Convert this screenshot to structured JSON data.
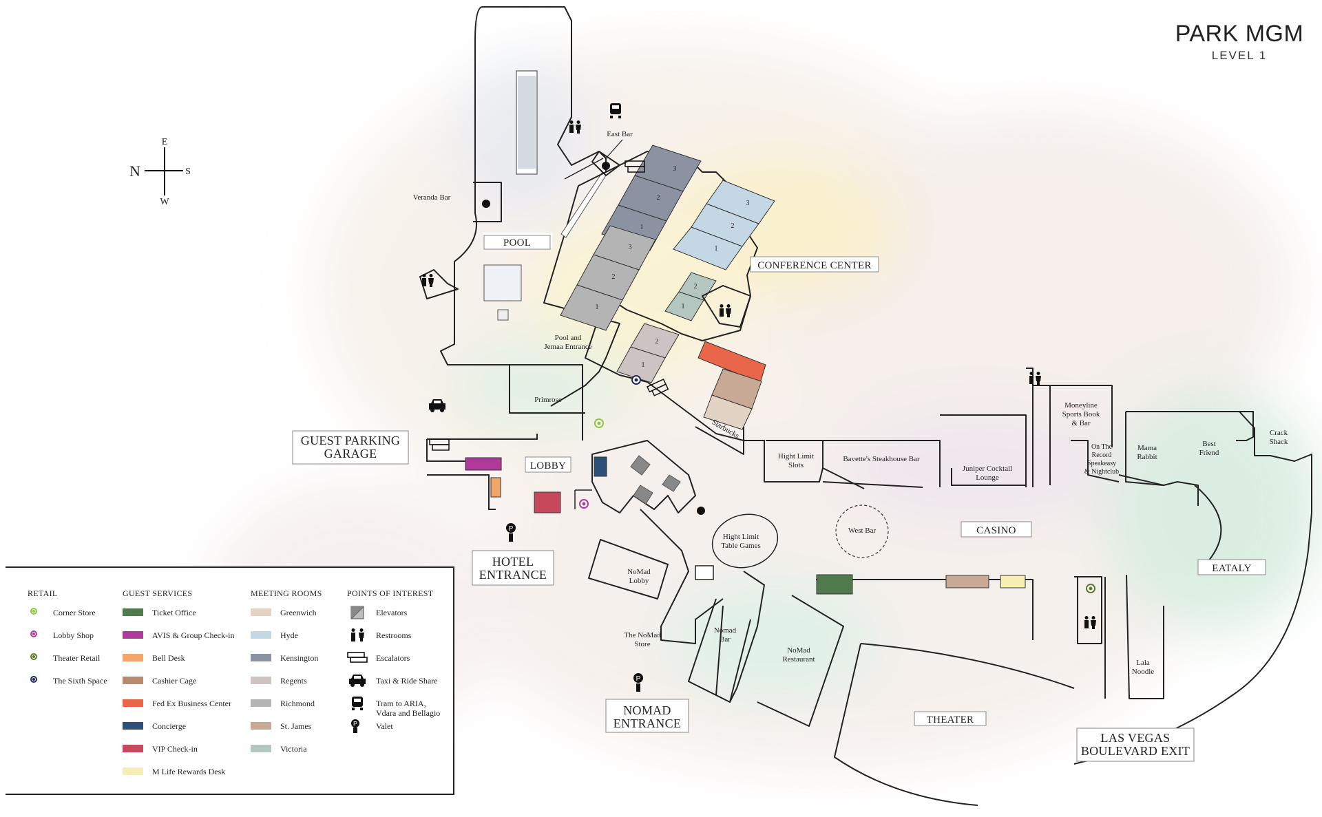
{
  "title": {
    "main": "PARK MGM",
    "sub": "LEVEL 1"
  },
  "compass": {
    "north": "N",
    "south": "S",
    "east": "E",
    "west": "W"
  },
  "map_labels": {
    "east_bar": "East Bar",
    "veranda_bar": "Veranda Bar",
    "pool": "POOL",
    "conference_center": "CONFERENCE CENTER",
    "pool_jemaa_line1": "Pool and",
    "pool_jemaa_line2": "Jemaa Entrance",
    "primrose": "Primrose",
    "guest_parking_line1": "GUEST PARKING",
    "guest_parking_line2": "GARAGE",
    "lobby": "LOBBY",
    "starbucks": "Starbucks",
    "high_limit_slots_line1": "Hight Limit",
    "high_limit_slots_line2": "Slots",
    "bavettes": "Bavette's Steakhouse Bar",
    "juniper_line1": "Juniper Cocktail",
    "juniper_line2": "Lounge",
    "moneyline_line1": "Moneyline",
    "moneyline_line2": "Sports Book",
    "moneyline_line3": "& Bar",
    "on_the_record_line1": "On The",
    "on_the_record_line2": "Record",
    "on_the_record_line3": "Speakeasy",
    "on_the_record_line4": "& Nightclub",
    "mama_rabbit_line1": "Mama",
    "mama_rabbit_line2": "Rabbit",
    "best_friend_line1": "Best",
    "best_friend_line2": "Friend",
    "crack_shack_line1": "Crack",
    "crack_shack_line2": "Shack",
    "hotel_entrance_line1": "HOTEL",
    "hotel_entrance_line2": "ENTRANCE",
    "high_limit_table_line1": "Hight Limit",
    "high_limit_table_line2": "Table Games",
    "west_bar": "West Bar",
    "casino": "CASINO",
    "eataly": "EATALY",
    "nomad_lobby_line1": "NoMad",
    "nomad_lobby_line2": "Lobby",
    "nomad_store_line1": "The NoMad",
    "nomad_store_line2": "Store",
    "nomad_bar_line1": "Nomad",
    "nomad_bar_line2": "Bar",
    "nomad_restaurant_line1": "NoMad",
    "nomad_restaurant_line2": "Restaurant",
    "nomad_entrance_line1": "NOMAD",
    "nomad_entrance_line2": "ENTRANCE",
    "theater": "THEATER",
    "lala_noodle_line1": "Lala",
    "lala_noodle_line2": "Noodle",
    "lv_blvd_line1": "LAS VEGAS",
    "lv_blvd_line2": "BOULEVARD EXIT"
  },
  "legend": {
    "retail": {
      "heading": "RETAIL",
      "items": [
        {
          "label": "Corner Store",
          "color": "#8cc63f"
        },
        {
          "label": "Lobby Shop",
          "color": "#b03a9c"
        },
        {
          "label": "Theater Retail",
          "color": "#5a7a2a"
        },
        {
          "label": "The Sixth Space",
          "color": "#1f2a5a"
        }
      ]
    },
    "guest_services": {
      "heading": "GUEST SERVICES",
      "items": [
        {
          "label": "Ticket Office",
          "color": "#4f7a4b"
        },
        {
          "label": "AVIS & Group Check-in",
          "color": "#b03a9c"
        },
        {
          "label": "Bell Desk",
          "color": "#f2a66a"
        },
        {
          "label": "Cashier Cage",
          "color": "#b98a6a"
        },
        {
          "label": "Fed Ex Business Center",
          "color": "#e9664a"
        },
        {
          "label": "Concierge",
          "color": "#2e4f7a"
        },
        {
          "label": "VIP Check-in",
          "color": "#c7485a"
        },
        {
          "label": "M Life Rewards Desk",
          "color": "#f7efb2"
        }
      ]
    },
    "meeting_rooms": {
      "heading": "MEETING ROOMS",
      "items": [
        {
          "label": "Greenwich",
          "color": "#e3d3c5"
        },
        {
          "label": "Hyde",
          "color": "#c4d7e4"
        },
        {
          "label": "Kensington",
          "color": "#8b93a3"
        },
        {
          "label": "Regents",
          "color": "#cdc3c3"
        },
        {
          "label": "Richmond",
          "color": "#b4b4b4"
        },
        {
          "label": "St. James",
          "color": "#c8a995"
        },
        {
          "label": "Victoria",
          "color": "#b3c7c0"
        }
      ]
    },
    "points_of_interest": {
      "heading": "POINTS OF INTEREST",
      "items": [
        {
          "label": "Elevators",
          "icon": "elevator-icon"
        },
        {
          "label": "Restrooms",
          "icon": "restroom-icon"
        },
        {
          "label": "Escalators",
          "icon": "escalator-icon"
        },
        {
          "label": "Taxi & Ride Share",
          "icon": "taxi-icon"
        },
        {
          "label": "Tram to ARIA,",
          "label2": "Vdara and Bellagio",
          "icon": "tram-icon"
        },
        {
          "label": "Valet",
          "icon": "valet-icon"
        }
      ]
    }
  },
  "room_numbers": {
    "one": "1",
    "two": "2",
    "three": "3"
  }
}
